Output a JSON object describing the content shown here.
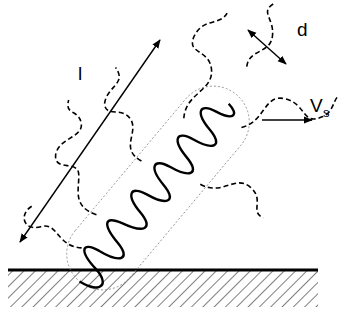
{
  "diagram": {
    "labels": [
      "l",
      "d",
      "V",
      "s"
    ]
  }
}
